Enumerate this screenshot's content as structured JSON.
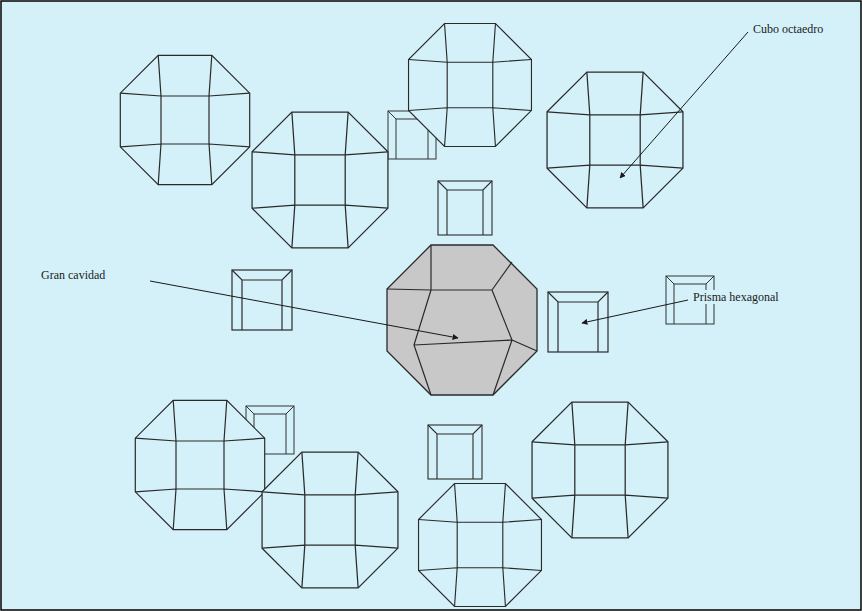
{
  "diagram": {
    "labels": [
      "Cubo octaedro",
      "Gran cavidad",
      "Prisma hexagonal"
    ]
  }
}
